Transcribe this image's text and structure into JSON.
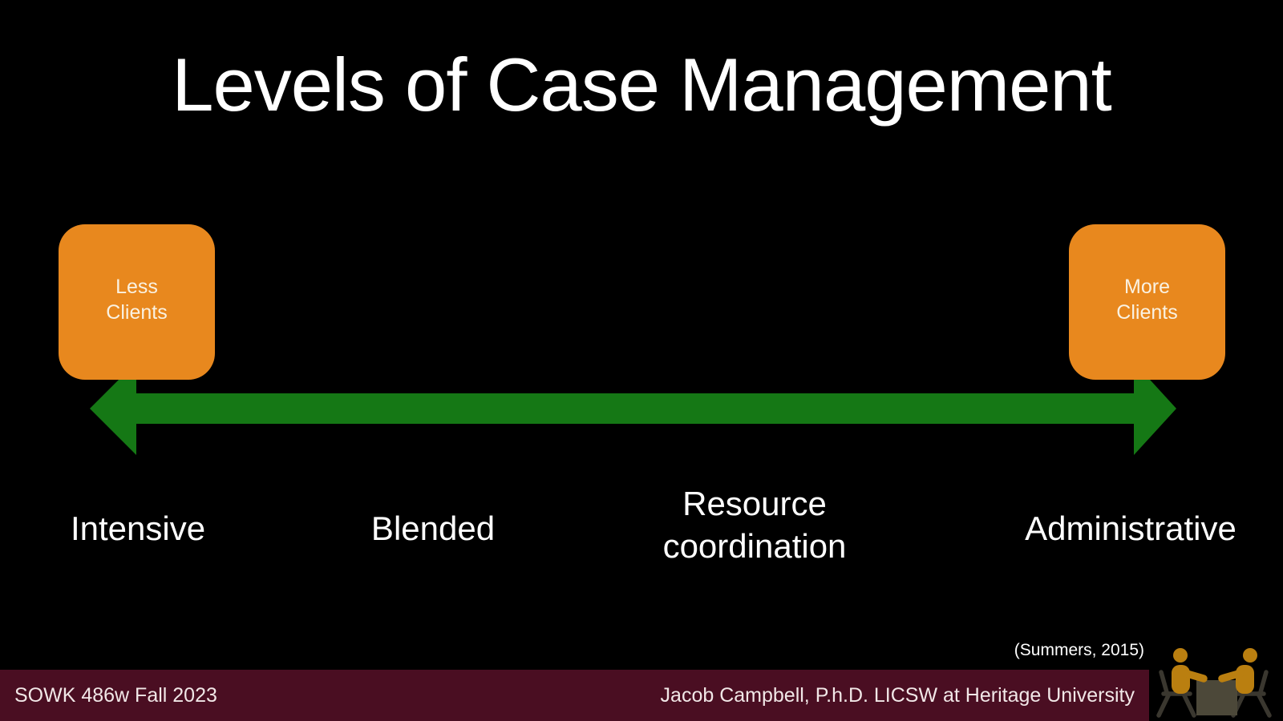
{
  "title": "Levels of Case Management",
  "boxes": {
    "left": {
      "line1": "Less",
      "line2": "Clients"
    },
    "right": {
      "line1": "More",
      "line2": "Clients"
    }
  },
  "spectrum_labels": [
    "Intensive",
    "Blended",
    "Resource coordination",
    "Administrative"
  ],
  "citation": "(Summers, 2015)",
  "footer": {
    "course": "SOWK 486w Fall 2023",
    "author": "Jacob Campbell, P.h.D. LICSW at Heritage University"
  },
  "colors": {
    "background": "#000000",
    "title_text": "#FFFFFF",
    "box_orange": "#E8881E",
    "box_text": "#FAF2E2",
    "arrow_green": "#157815",
    "footer_maroon": "#4A0E22",
    "footer_text": "#F1E7E7",
    "person_orange": "#BA7F10",
    "table_gray": "#4C4839",
    "chair_gray": "#3A372F"
  }
}
